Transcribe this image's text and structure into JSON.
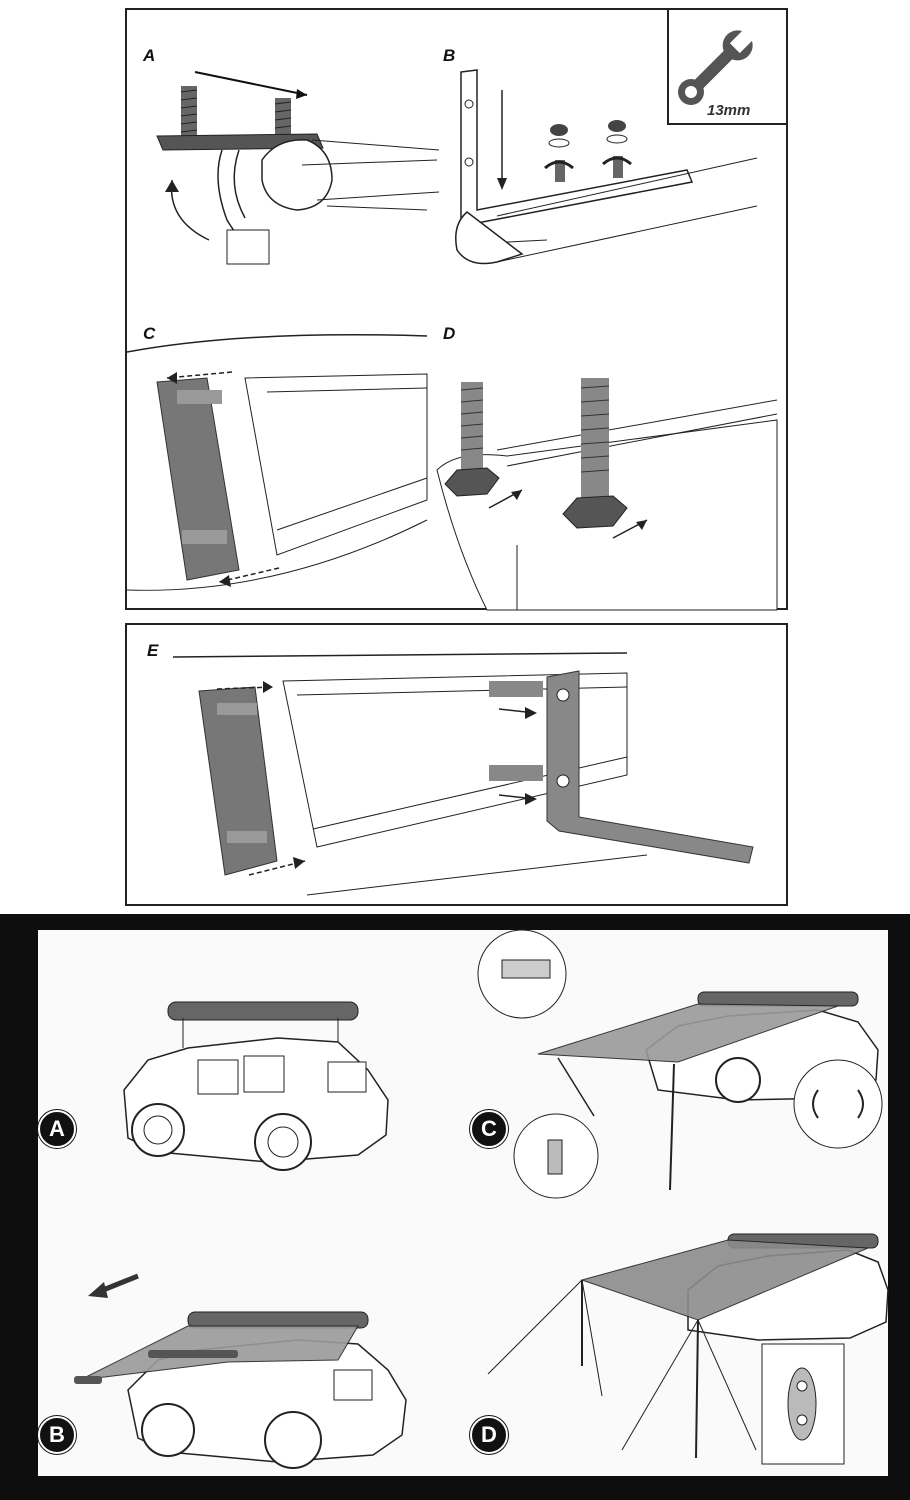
{
  "top_panel": {
    "steps": {
      "a": "A",
      "b": "B",
      "c": "C",
      "d": "D"
    },
    "tool": {
      "icon": "wrench-icon",
      "label": "13mm"
    }
  },
  "middle_panel": {
    "steps": {
      "e": "E"
    }
  },
  "bottom_panel": {
    "steps": {
      "a": "A",
      "b": "B",
      "c": "C",
      "d": "D"
    }
  }
}
